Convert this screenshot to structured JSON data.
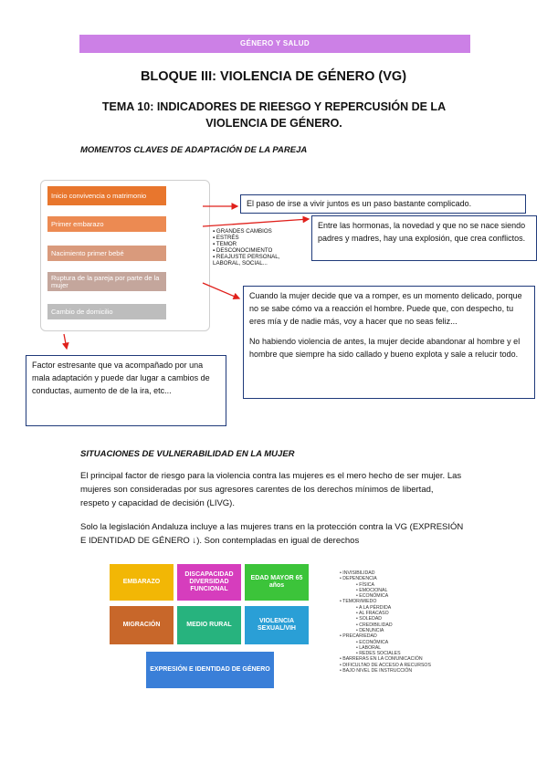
{
  "header": {
    "text": "GÉNERO Y SALUD"
  },
  "title": "BLOQUE III: VIOLENCIA DE GÉNERO (VG)",
  "subtitle_line1": "TEMA 10: INDICADORES DE RIEESGO Y REPERCUSIÓN DE LA",
  "subtitle_line2": "VIOLENCIA DE GÉNERO.",
  "section1": "MOMENTOS CLAVES DE ADAPTACIÓN DE LA PAREJA",
  "steps": [
    {
      "label": "Inicio convivencia o matrimonio",
      "color": "#e8762d"
    },
    {
      "label": "Primer embarazo",
      "color": "#ec8a52"
    },
    {
      "label": "Nacimiento primer bebé",
      "color": "#d99a7c"
    },
    {
      "label": "Ruptura de la pareja por parte de la mujer",
      "color": "#c4a69c"
    },
    {
      "label": "Cambio de domicilio",
      "color": "#bdbdbd"
    }
  ],
  "bullets": [
    "GRANDES CAMBIOS",
    "ESTRÉS",
    "TEMOR",
    "DESCONOCIMIENTO",
    "REAJUSTE PERSONAL, LABORAL, SOCIAL..."
  ],
  "box1": "El paso de irse a vivir juntos es un paso bastante complicado.",
  "box2": "Entre las hormonas, la novedad y que no se nace siendo padres y madres, hay una explosión, que crea conflictos.",
  "box3_p1": "Cuando la mujer decide que va a romper, es un momento delicado, porque no se sabe cómo va a reacción el hombre. Puede que, con despecho, tu eres mía y de nadie más, voy a hacer que no seas feliz...",
  "box3_p2": "No habiendo violencia de antes, la mujer decide abandonar al hombre y el hombre que siempre ha sido callado y bueno explota y sale a relucir todo.",
  "box4": "Factor estresante que va acompañado por una mala adaptación y puede dar lugar a cambios de conductas, aumento de de la ira, etc...",
  "section2": "SITUACIONES DE VULNERABILIDAD EN LA MUJER",
  "para1": "El principal factor de riesgo para la violencia contra las mujeres es el mero hecho de ser mujer. Las mujeres son consideradas por sus agresores carentes de los derechos mínimos de libertad, respeto y capacidad de decisión (LIVG).",
  "para2": "Solo la legislación Andaluza incluye a las mujeres trans en la protección contra la VG (EXPRESIÓN E IDENTIDAD DE GÉNERO ↓). Son contempladas en igual de derechos",
  "grid": [
    {
      "label": "EMBARAZO",
      "color": "#f2b705"
    },
    {
      "label": "DISCAPACIDAD DIVERSIDAD FUNCIONAL",
      "color": "#d63dbd"
    },
    {
      "label": "EDAD MAYOR 65 años",
      "color": "#3cc43a"
    },
    {
      "label": "MIGRACIÓN",
      "color": "#c8672a"
    },
    {
      "label": "MEDIO RURAL",
      "color": "#27b37e"
    },
    {
      "label": "VIOLENCIA SEXUAL/VIH",
      "color": "#2a9fd6"
    },
    {
      "label": "EXPRESIÓN E IDENTIDAD DE GÉNERO",
      "color": "#3a7fd8"
    }
  ],
  "vuln_list": [
    {
      "text": "INVISIBILIDAD",
      "level": "top"
    },
    {
      "text": "DEPENDENCIA",
      "level": "top"
    },
    {
      "text": "FÍSICA",
      "level": "sub"
    },
    {
      "text": "EMOCIONAL",
      "level": "sub"
    },
    {
      "text": "ECONÓMICA",
      "level": "sub"
    },
    {
      "text": "TEMOR/MIEDO",
      "level": "top"
    },
    {
      "text": "A LA PÉRDIDA",
      "level": "sub"
    },
    {
      "text": "AL FRACASO",
      "level": "sub"
    },
    {
      "text": "SOLEDAD",
      "level": "sub"
    },
    {
      "text": "CREDIBILIDAD",
      "level": "sub"
    },
    {
      "text": "DENUNCIA",
      "level": "sub"
    },
    {
      "text": "PRECARIEDAD",
      "level": "top"
    },
    {
      "text": "ECONÓMICA",
      "level": "sub"
    },
    {
      "text": "LABORAL",
      "level": "sub"
    },
    {
      "text": "REDES SOCIALES",
      "level": "sub"
    },
    {
      "text": "BARRERAS EN LA COMUNICACIÓN",
      "level": "top"
    },
    {
      "text": "DIFICULTAD DE ACCESO A RECURSOS",
      "level": "top"
    },
    {
      "text": "BAJO NIVEL DE INSTRUCCIÓN",
      "level": "top"
    }
  ]
}
